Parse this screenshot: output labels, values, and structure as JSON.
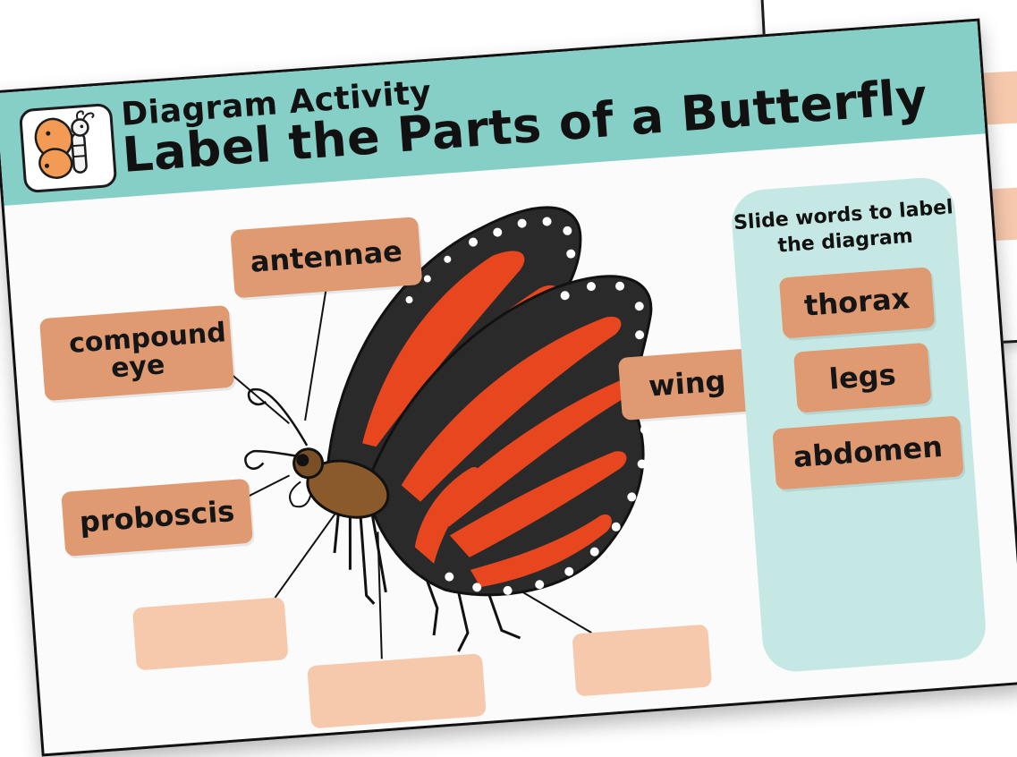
{
  "header": {
    "subtitle": "Diagram Activity",
    "title": "Label the Parts of a Butterfly",
    "logo_icon": "butterfly-icon"
  },
  "placed_labels": [
    {
      "id": "antennae",
      "text": "antennae"
    },
    {
      "id": "compound-eye",
      "text": "compound eye"
    },
    {
      "id": "proboscis",
      "text": "proboscis"
    },
    {
      "id": "wing",
      "text": "wing"
    }
  ],
  "word_bank": {
    "title": "Slide words to label the diagram",
    "words": [
      "thorax",
      "legs",
      "abdomen"
    ]
  },
  "empty_label_slots": 3,
  "colors": {
    "header": "#86cfc6",
    "word_bank": "#c6e8e4",
    "label": "#e09a72",
    "empty_slot": "#f6c9ad",
    "wing_orange": "#e8461e",
    "wing_black": "#2a2a2a"
  }
}
